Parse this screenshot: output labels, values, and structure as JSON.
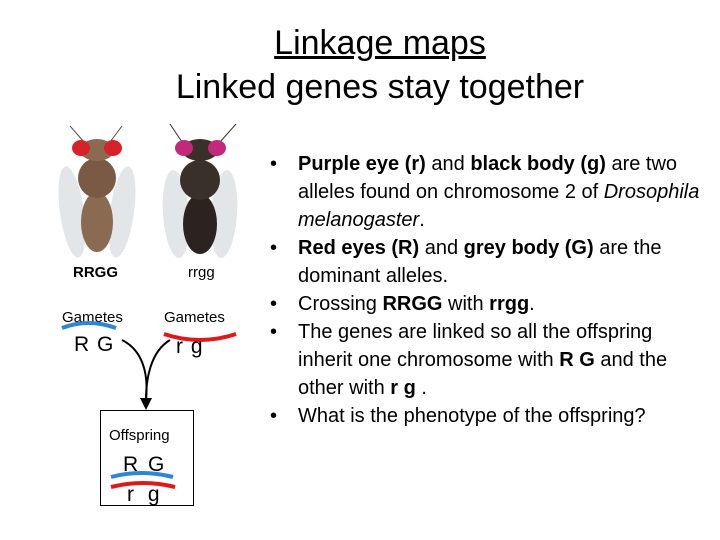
{
  "title": {
    "line1": "Linkage maps",
    "line2": "Linked genes stay together"
  },
  "left": {
    "fly1_genotype": "RRGG",
    "fly2_genotype": "rrgg",
    "gametes_label_1": "Gametes",
    "gametes_label_2": "Gametes",
    "gamete1": "R G",
    "gamete2": "r g",
    "offspring_label": "Offspring",
    "offspring_top": "R G",
    "offspring_bottom": "r g"
  },
  "bullets": [
    {
      "parts": [
        {
          "t": "Purple eye (r)",
          "b": true
        },
        {
          "t": " and "
        },
        {
          "t": "black body (g)",
          "b": true
        },
        {
          "t": " are two alleles found on chromosome 2 of "
        },
        {
          "t": "Drosophila melanogaster",
          "i": true
        },
        {
          "t": "."
        }
      ]
    },
    {
      "parts": [
        {
          "t": "Red eyes (R)",
          "b": true
        },
        {
          "t": " and "
        },
        {
          "t": "grey body (G)",
          "b": true
        },
        {
          "t": " are the dominant alleles."
        }
      ]
    },
    {
      "parts": [
        {
          "t": "Crossing "
        },
        {
          "t": "RRGG",
          "b": true
        },
        {
          "t": " with "
        },
        {
          "t": "rrgg",
          "b": true
        },
        {
          "t": "."
        }
      ]
    },
    {
      "parts": [
        {
          "t": "The genes are linked so all the offspring inherit one chromosome with "
        },
        {
          "t": " R  G ",
          "b": true
        },
        {
          "t": " and the other with "
        },
        {
          "t": " r  g ",
          "b": true
        },
        {
          "t": "."
        }
      ]
    },
    {
      "parts": [
        {
          "t": "What is the phenotype of the offspring?"
        }
      ]
    }
  ],
  "colors": {
    "chromosome_blue": "#2f86d6",
    "chromosome_red": "#e01818",
    "eye_red": "#d8222a",
    "eye_purple": "#c4287a",
    "body_grey": "#8a6a50",
    "body_black": "#2a2320"
  }
}
